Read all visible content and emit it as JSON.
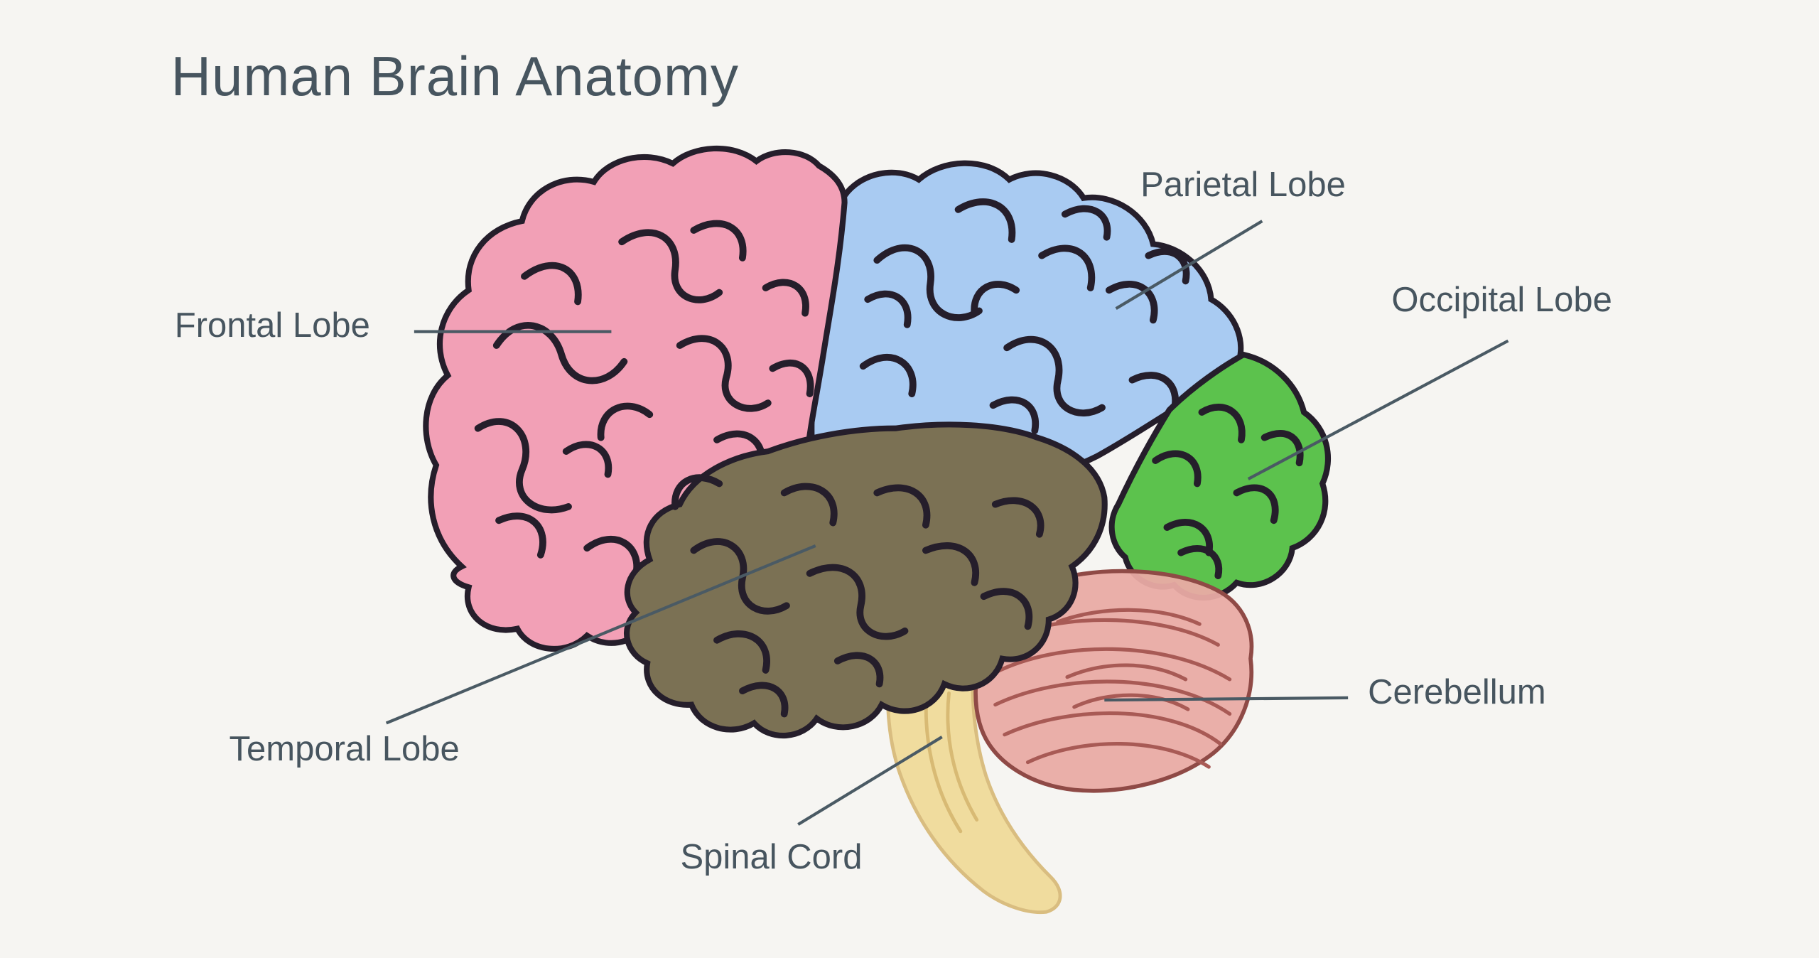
{
  "diagram": {
    "title": "Human Brain Anatomy",
    "background_color": "#f6f5f2",
    "text_color": "#47555f",
    "leader_line_color": "#4a5a64",
    "gyri_line_color": "#251e2b",
    "regions": [
      {
        "id": "frontal-lobe",
        "label": "Frontal Lobe",
        "color": "#f2a0b6"
      },
      {
        "id": "parietal-lobe",
        "label": "Parietal Lobe",
        "color": "#a9cbf2"
      },
      {
        "id": "occipital-lobe",
        "label": "Occipital Lobe",
        "color": "#5cc24d"
      },
      {
        "id": "temporal-lobe",
        "label": "Temporal Lobe",
        "color": "#7b7154"
      },
      {
        "id": "cerebellum",
        "label": "Cerebellum",
        "color": "#e9aba4"
      },
      {
        "id": "spinal-cord",
        "label": "Spinal Cord",
        "color": "#f0dc9e"
      }
    ]
  }
}
